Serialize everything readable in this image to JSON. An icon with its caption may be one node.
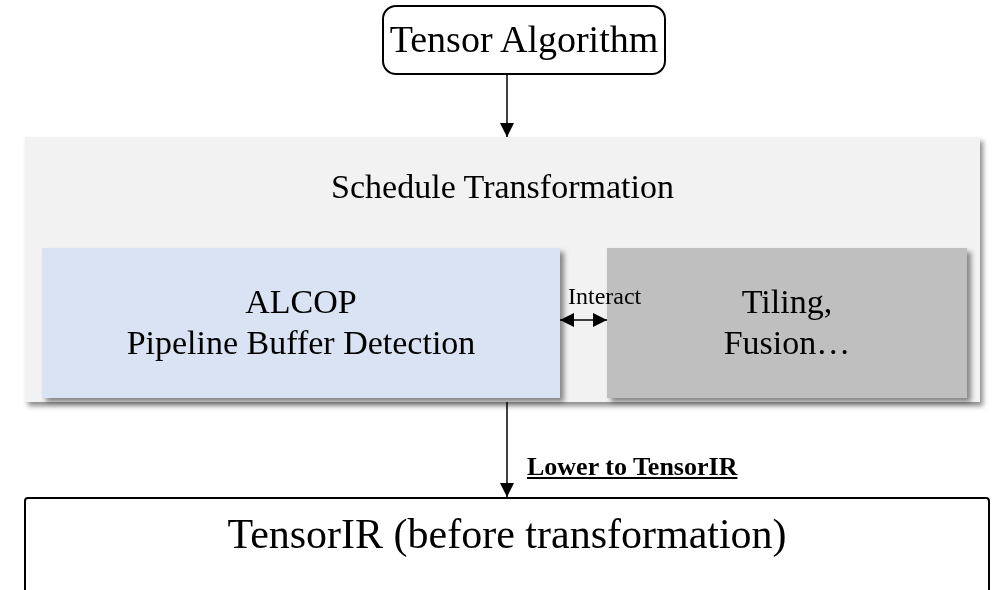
{
  "diagram": {
    "nodes": [
      {
        "text": [
          "Tensor Algorithm"
        ]
      },
      {
        "text": [
          "Schedule Transformation"
        ]
      },
      {
        "text": [
          "ALCOP",
          "Pipeline Buffer Detection"
        ],
        "in": 1
      },
      {
        "text": [
          "Tiling, Fusion…"
        ],
        "in": 1
      },
      {
        "text": [
          "TensorIR (before transformation)"
        ]
      }
    ],
    "edges": [
      {
        "from": 0,
        "to": 1,
        "arrow": "to"
      },
      {
        "from": 2,
        "to": 3,
        "arrow": "both",
        "label": "Interact"
      },
      {
        "from": 1,
        "to": 4,
        "arrow": "to",
        "label": "Lower to TensorIR"
      }
    ]
  }
}
